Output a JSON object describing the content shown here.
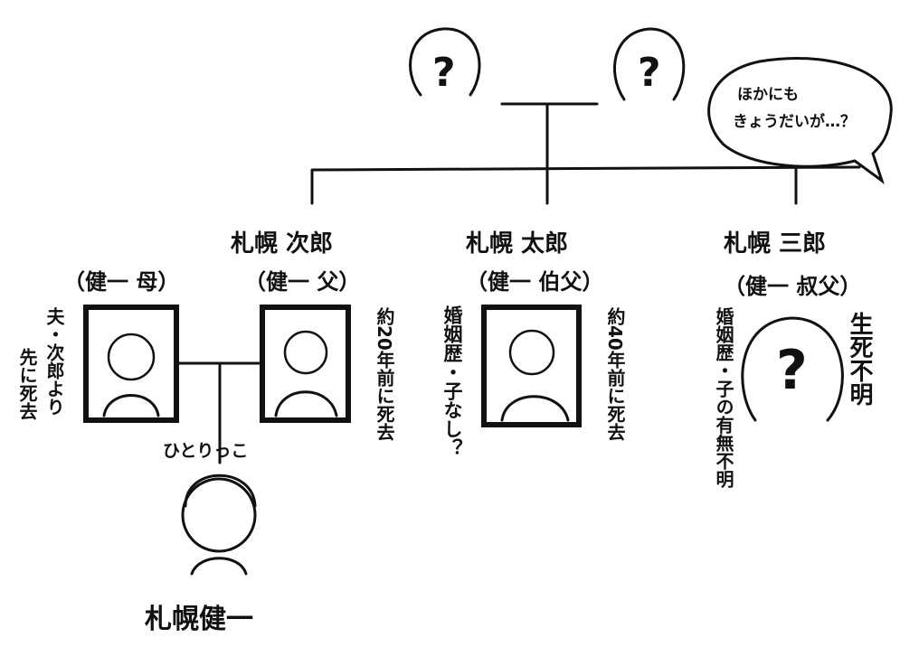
{
  "unknown_mark": "?",
  "speech_bubble": {
    "line1": "ほかにも",
    "line2": "きょうだいが…？"
  },
  "mother": {
    "relation": "（健一 母）",
    "note1": "夫・次郎より",
    "note2": "先に死去"
  },
  "jiro": {
    "name": "札幌 次郎",
    "relation": "（健一 父）",
    "note": "約20年前に死去"
  },
  "taro": {
    "name": "札幌 太郎",
    "relation": "（健一 伯父）",
    "note1": "婚姻歴・子なし？",
    "note2": "約40年前に死去"
  },
  "saburo": {
    "name": "札幌 三郎",
    "relation": "（健一 叔父）",
    "note1": "婚姻歴・子の有無不明",
    "note2": "生死不明"
  },
  "kenichi": {
    "name": "札幌健一",
    "note": "ひとりっこ"
  }
}
